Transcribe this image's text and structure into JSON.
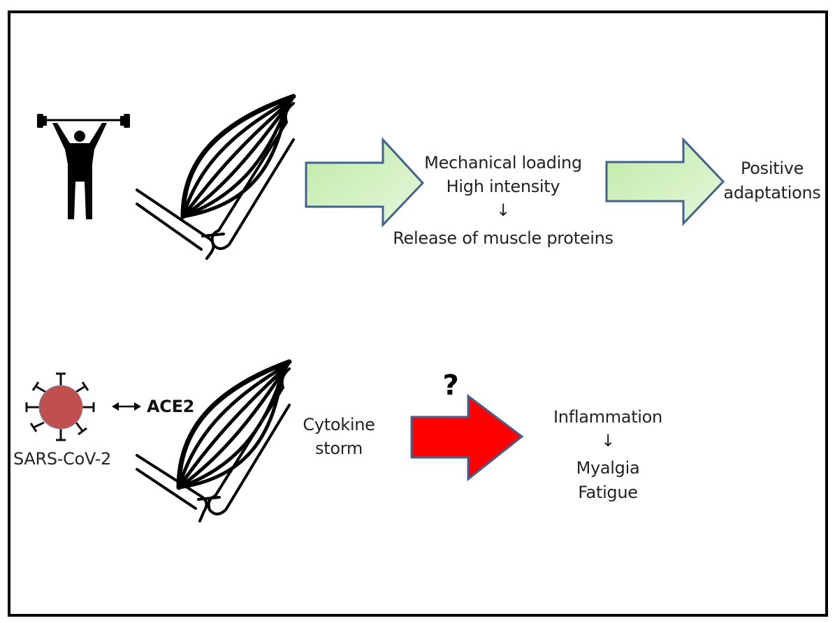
{
  "figure": {
    "top_row": {
      "icons": [
        "weightlifter-icon",
        "muscle-icon"
      ],
      "step1": {
        "line1": "Mechanical loading",
        "line2": "High intensity",
        "arrow": "↓",
        "line3": "Release of muscle proteins"
      },
      "outcome": {
        "line1": "Positive",
        "line2": "adaptations"
      },
      "arrow_color": "#d4f2c2",
      "arrow_border": "#41628e"
    },
    "bottom_row": {
      "virus_label": "SARS-CoV-2",
      "binding_arrow": "⟷",
      "receptor_label": "ACE2",
      "trigger": {
        "line1": "Cytokine",
        "line2": "storm"
      },
      "question_mark": "?",
      "outcome": {
        "line1": "Inflammation",
        "arrow": "↓",
        "line2": "Myalgia",
        "line3": "Fatigue"
      },
      "arrow_color": "#ff0000",
      "virus_color": "#c0504d"
    }
  }
}
